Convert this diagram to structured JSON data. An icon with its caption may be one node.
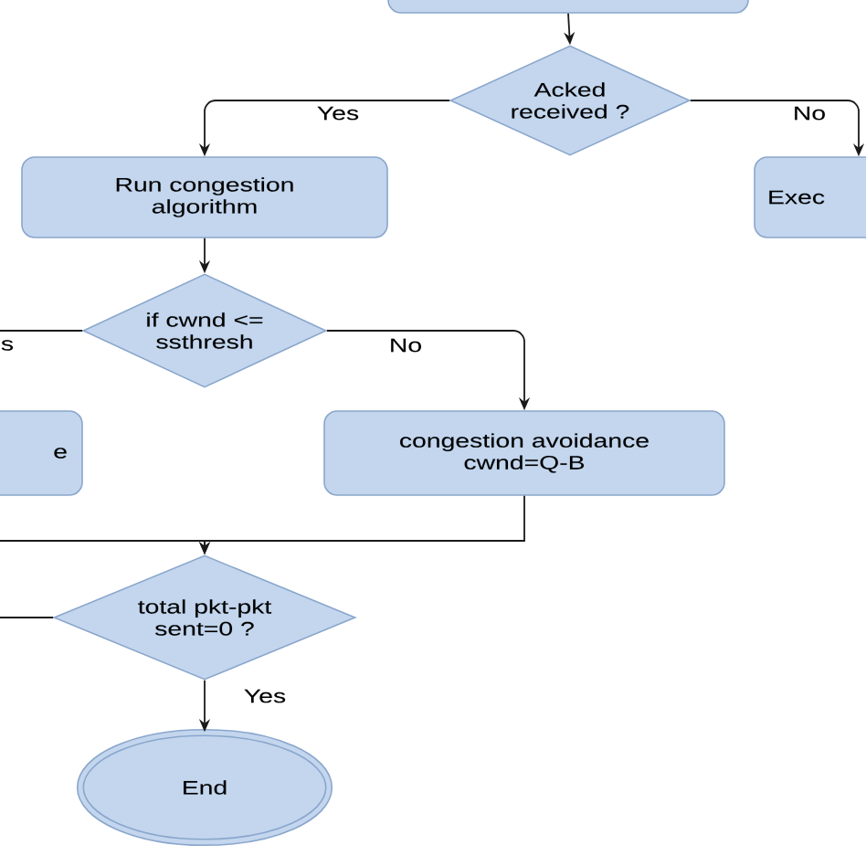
{
  "diagram": {
    "nodes": [
      {
        "text": [],
        "shape": "box"
      },
      {
        "text": [
          "Acked received ?"
        ]
      },
      {
        "text": [
          "Run congestion algorithm"
        ]
      },
      {
        "text": [
          "Exec"
        ]
      },
      {
        "text": [
          "if cwnd <= ssthresh"
        ]
      },
      {
        "text": [
          "e"
        ]
      },
      {
        "text": [
          "congestion avoidance cwnd=Q-B"
        ]
      },
      {
        "text": [
          "total pkt-pkt sent=0 ?"
        ]
      },
      {
        "text": [
          "End"
        ]
      }
    ],
    "edges": [
      {
        "from": 0,
        "to": 1,
        "arrow": "to"
      },
      {
        "from": 1,
        "to": 2,
        "arrow": "to",
        "label": "Yes"
      },
      {
        "from": 1,
        "to": 3,
        "arrow": "to",
        "label": "No"
      },
      {
        "from": 2,
        "to": 4,
        "arrow": "to"
      },
      {
        "from": 4,
        "to": 5,
        "arrow": "none",
        "label": "s"
      },
      {
        "from": 4,
        "to": 6,
        "arrow": "to",
        "label": "No"
      },
      {
        "from": 5,
        "to": 7,
        "arrow": "to"
      },
      {
        "from": 6,
        "to": 7,
        "arrow": "to"
      },
      {
        "from": 7,
        "to": 8,
        "arrow": "to",
        "label": "Yes"
      },
      {
        "from": 7,
        "to": null,
        "arrow": "none"
      }
    ]
  }
}
